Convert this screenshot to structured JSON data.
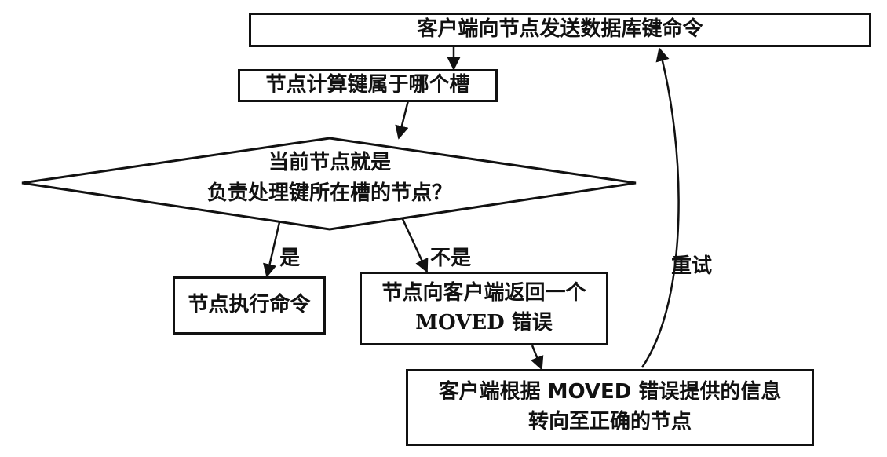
{
  "nodes": {
    "start": "客户端向节点发送数据库键命令",
    "compute_slot": "节点计算键属于哪个槽",
    "decision_line1": "当前节点就是",
    "decision_line2": "负责处理键所在槽的节点？",
    "execute": "节点执行命令",
    "moved_line1": "节点向客户端返回一个",
    "moved_line2": "MOVED  错误",
    "redirect_line1": "客户端根据  MOVED  错误提供的信息",
    "redirect_line2": "转向至正确的节点"
  },
  "edges": {
    "yes": "是",
    "no": "不是",
    "retry": "重试"
  }
}
